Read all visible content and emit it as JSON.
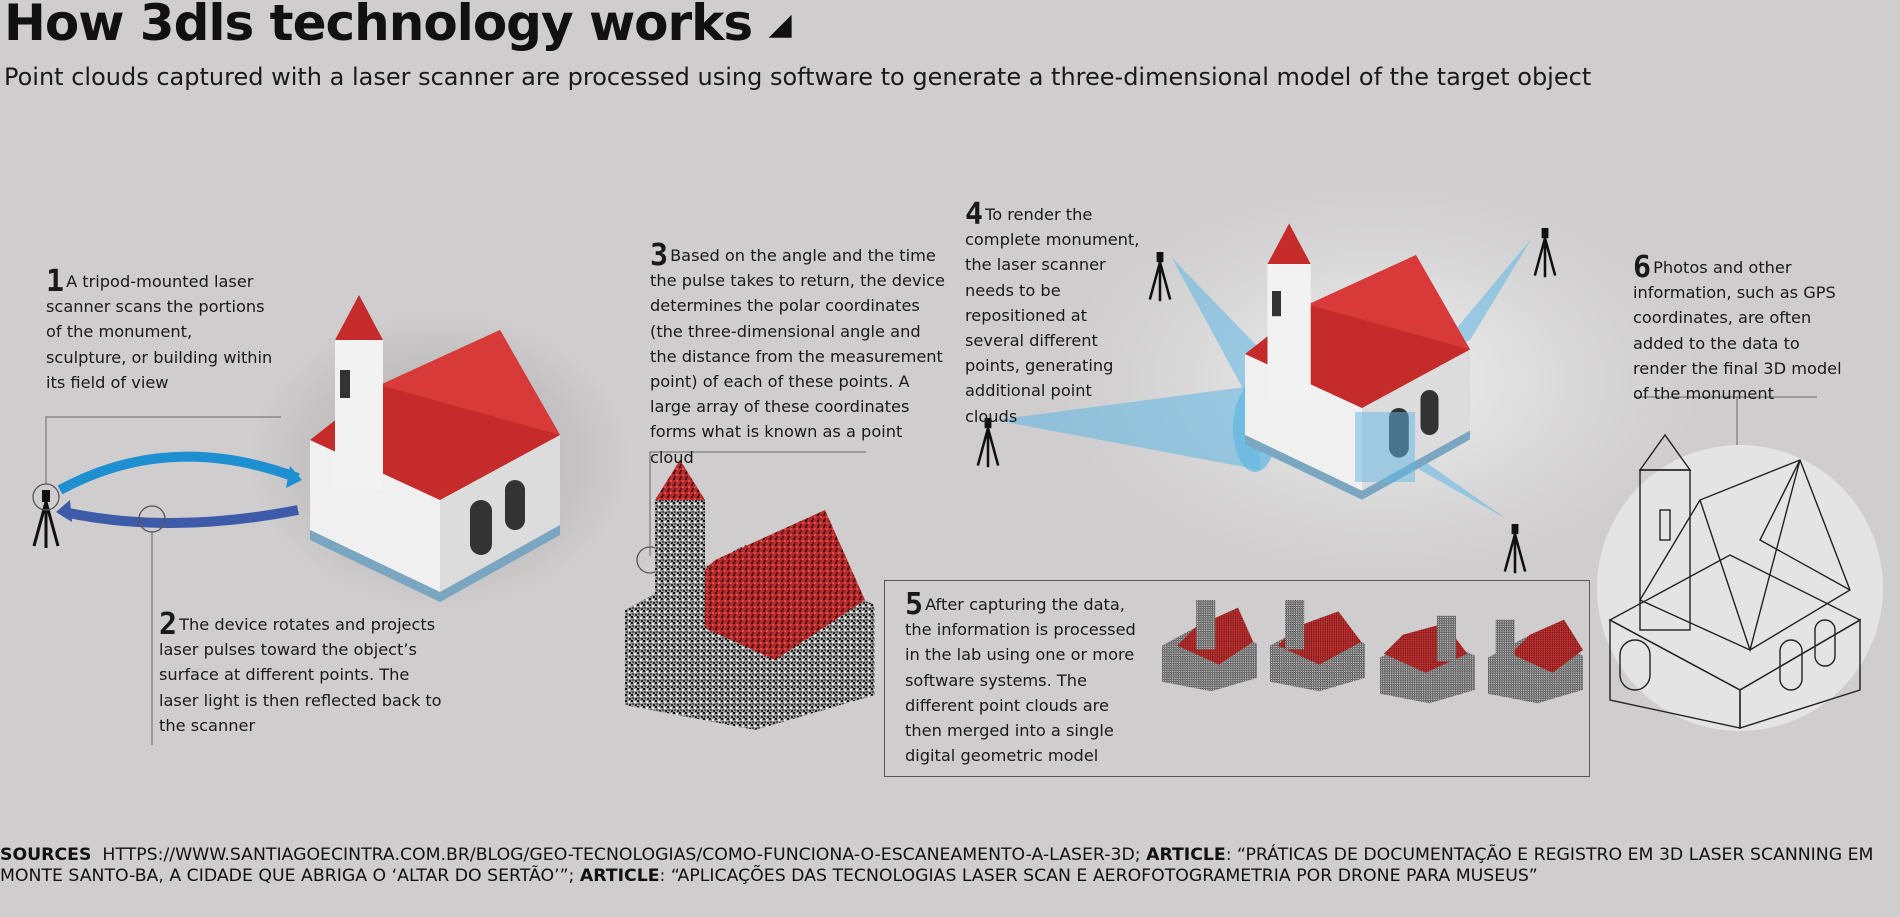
{
  "title": "How 3dls technology works",
  "subtitle": "Point clouds captured with a laser scanner are processed using software to generate a three-dimensional model of the target object",
  "colors": {
    "background": "#cfcdce",
    "roof_red": "#c62b2b",
    "building_white": "#efefef",
    "trim_blue": "#7aa6c2",
    "beam_blue": "#5fb6e3",
    "arrow_out": "#1e8fd0",
    "arrow_back": "#3d5ba8"
  },
  "steps": [
    {
      "num": "1",
      "text": "A tripod-mounted laser scanner scans the portions of the monument, sculpture, or building within its field of view"
    },
    {
      "num": "2",
      "text": "The device rotates and projects laser pulses toward the object’s surface at different points. The laser light is then reflected back to the scanner"
    },
    {
      "num": "3",
      "text": "Based on the angle and the time the pulse takes to return, the device determines the polar coordinates (the three-dimensional angle and the distance from the measurement point) of each of these points. A large array of these coordinates forms what is known as a point cloud"
    },
    {
      "num": "4",
      "text": "To render the complete monument, the laser scanner needs to be repositioned at several different points, generating additional point clouds"
    },
    {
      "num": "5",
      "text": "After capturing the data, the information is processed in the lab using one or more software systems. The different point clouds are then merged into a single digital geometric model"
    },
    {
      "num": "6",
      "text": "Photos and other information, such as GPS coordinates, are often added to the data to render the final 3D model of the monument"
    }
  ],
  "sources": {
    "label": "SOURCES",
    "url": "HTTPS://WWW.SANTIAGOECINTRA.COM.BR/BLOG/GEO-TECNOLOGIAS/COMO-FUNCIONA-O-ESCANEAMENTO-A-LASER-3D;",
    "article1_label": "ARTICLE",
    "article1": ": “PRÁTICAS DE DOCUMENTAÇÃO E REGISTRO EM 3D LASER SCANNING EM MONTE SANTO-BA, A CIDADE QUE ABRIGA O ‘ALTAR DO SERTÃO’”;",
    "article2_label": "ARTICLE",
    "article2": ": “APLICAÇÕES DAS TECNOLOGIAS LASER SCAN E AEROFOTOGRAMETRIA POR DRONE PARA MUSEUS”"
  }
}
